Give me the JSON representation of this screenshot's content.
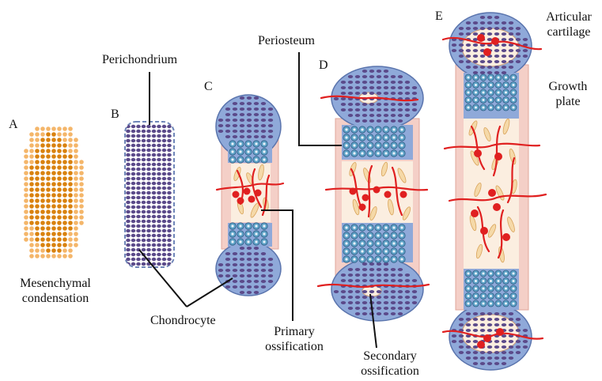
{
  "stages": {
    "a": "A",
    "b": "B",
    "c": "C",
    "d": "D",
    "e": "E"
  },
  "labels": {
    "mesenchymal_1": "Mesenchymal",
    "mesenchymal_2": "condensation",
    "perichondrium": "Perichondrium",
    "chondrocyte": "Chondrocyte",
    "periosteum": "Periosteum",
    "primary_1": "Primary",
    "primary_2": "ossification",
    "secondary_1": "Secondary",
    "secondary_2": "ossification",
    "articular_1": "Articular",
    "articular_2": "cartilage",
    "growth_1": "Growth",
    "growth_2": "plate"
  },
  "colors": {
    "mesenchyme_core": "#d9820f",
    "mesenchyme_edge": "#f4b66a",
    "chondrocyte": "#5b4a8a",
    "cartilage_blue": "#8fa9d9",
    "growth_cell": "#5fa3c7",
    "periosteum_pink": "#f4cfc7",
    "vessel_red": "#e02020",
    "bone_cream": "#fbeee0"
  }
}
